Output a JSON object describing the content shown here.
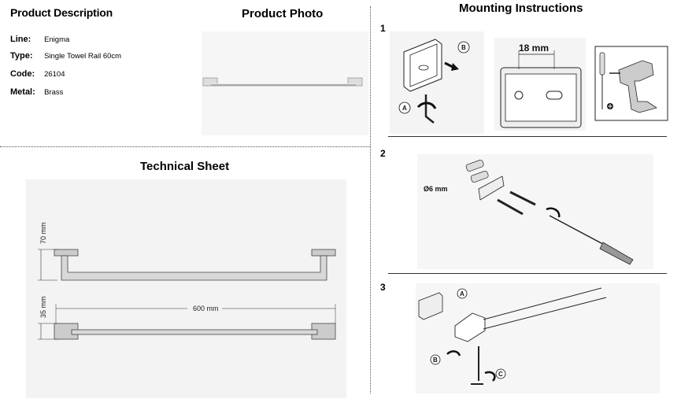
{
  "headers": {
    "product_description": "Product Description",
    "product_photo": "Product Photo",
    "mounting_instructions": "Mounting Instructions",
    "technical_sheet": "Technical Sheet"
  },
  "specs": [
    {
      "key": "Line:",
      "value": "Enigma"
    },
    {
      "key": "Type:",
      "value": "Single Towel Rail 60cm"
    },
    {
      "key": "Code:",
      "value": "26104"
    },
    {
      "key": "Metal:",
      "value": "Brass"
    }
  ],
  "technical": {
    "height_label": "70 mm",
    "depth_label": "35 mm",
    "length_label": "600 mm"
  },
  "mounting": {
    "steps": [
      "1",
      "2",
      "3"
    ],
    "bracket_spacing": "18 mm",
    "drill_diameter": "Ø6 mm",
    "markers": [
      "A",
      "B",
      "C"
    ]
  }
}
